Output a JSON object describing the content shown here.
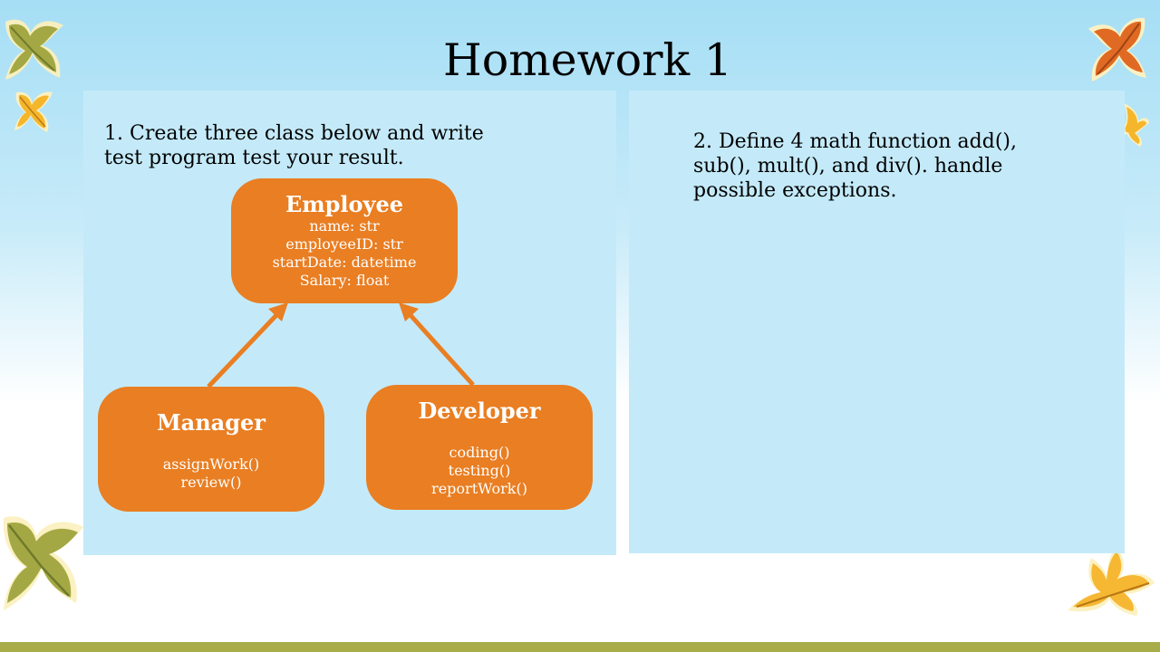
{
  "slide": {
    "title": "Homework 1",
    "question1": "1. Create three class below and write test program test your result.",
    "question2": "2. Define 4 math function add(), sub(), mult(), and div(). handle possible exceptions."
  },
  "diagram": {
    "employee": {
      "name": "Employee",
      "members": [
        "name: str",
        "employeeID: str",
        "startDate: datetime",
        "Salary: float"
      ]
    },
    "manager": {
      "name": "Manager",
      "members": [
        "assignWork()",
        "review()"
      ]
    },
    "developer": {
      "name": "Developer",
      "members": [
        "coding()",
        "testing()",
        "reportWork()"
      ]
    },
    "relations": [
      "Manager → Employee",
      "Developer → Employee"
    ]
  },
  "colors": {
    "class_box": "#e97e22",
    "panel": "#c4eaf9",
    "bottom_bar": "#a8ad4a",
    "arrow": "#e97e22"
  },
  "icons": [
    "leaf-icon"
  ]
}
